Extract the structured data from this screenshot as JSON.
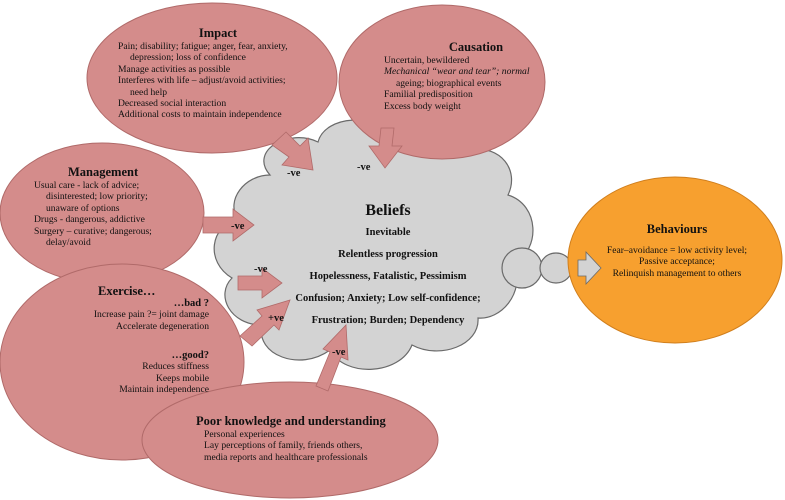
{
  "colors": {
    "pink": "#d48c8b",
    "pink_stroke": "#b06a69",
    "cloud": "#d3d3d3",
    "cloud_stroke": "#6a6a6a",
    "orange": "#f7a02f",
    "orange_stroke": "#d07e1c"
  },
  "impact": {
    "title": "Impact",
    "lines": [
      "Pain; disability; fatigue; anger, fear, anxiety,",
      "depression; loss of confidence",
      "Manage activities as possible",
      "Interferes with life – adjust/avoid activities;",
      "need help",
      "Decreased social interaction",
      "Additional costs to maintain independence"
    ]
  },
  "causation": {
    "title": "Causation",
    "lines": [
      "Uncertain, bewildered",
      "Mechanical “wear and tear”; normal",
      "ageing; biographical events",
      "Familial predisposition",
      "Excess body weight"
    ]
  },
  "management": {
    "title": "Management",
    "lines": [
      "Usual care - lack of advice;",
      "disinterested; low priority;",
      "unaware of options",
      "Drugs - dangerous, addictive",
      "Surgery – curative; dangerous;",
      "delay/avoid"
    ]
  },
  "exercise": {
    "title": "Exercise…",
    "bad_heading": "…bad ?",
    "bad_lines": [
      "Increase pain ?= joint damage",
      "Accelerate degeneration"
    ],
    "good_heading": "…good?",
    "good_lines": [
      "Reduces stiffness",
      "Keeps mobile",
      "Maintain independence"
    ]
  },
  "knowledge": {
    "title": "Poor knowledge and understanding",
    "lines": [
      "Personal experiences",
      "Lay perceptions of family, friends others,",
      "media reports and healthcare professionals"
    ]
  },
  "beliefs": {
    "title": "Beliefs",
    "lines": [
      "Inevitable",
      "Relentless progression",
      "Hopelessness, Fatalistic, Pessimism",
      "Confusion; Anxiety; Low self-confidence;",
      "Frustration; Burden; Dependency"
    ]
  },
  "behaviours": {
    "title": "Behaviours",
    "lines": [
      "Fear–avoidance = low activity level;",
      "Passive acceptance;",
      "Relinquish management to others"
    ]
  },
  "arrow_labels": {
    "impact": "-ve",
    "causation": "-ve",
    "management": "-ve",
    "exercise_bad": "-ve",
    "exercise_good": "+ve",
    "knowledge": "-ve"
  }
}
